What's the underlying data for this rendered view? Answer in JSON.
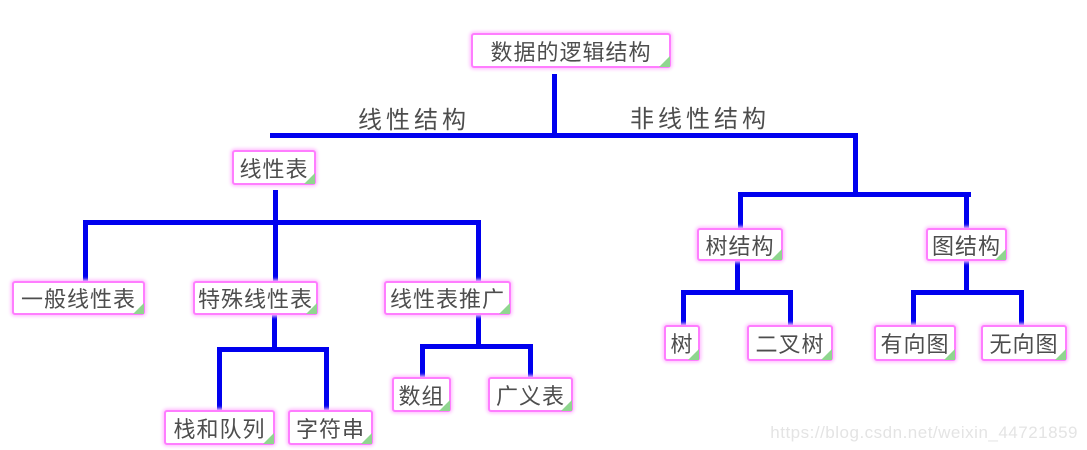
{
  "diagram_title": "数据的逻辑结构",
  "nodes": {
    "root": {
      "label": "数据的逻辑结构"
    },
    "linear_list": {
      "label": "线性表"
    },
    "general_linear_list": {
      "label": "一般线性表"
    },
    "special_linear_list": {
      "label": "特殊线性表"
    },
    "linear_list_extension": {
      "label": "线性表推广"
    },
    "stack_and_queue": {
      "label": "栈和队列"
    },
    "string": {
      "label": "字符串"
    },
    "array": {
      "label": "数组"
    },
    "generalized_list": {
      "label": "广义表"
    },
    "tree_structure": {
      "label": "树结构"
    },
    "graph_structure": {
      "label": "图结构"
    },
    "tree": {
      "label": "树"
    },
    "binary_tree": {
      "label": "二叉树"
    },
    "directed_graph": {
      "label": "有向图"
    },
    "undirected_graph": {
      "label": "无向图"
    }
  },
  "edge_labels": {
    "linear": "线性结构",
    "nonlinear": "非线性结构"
  },
  "hierarchy": {
    "root": "数据的逻辑结构",
    "children": [
      {
        "edge": "线性结构",
        "node": "线性表",
        "children": [
          {
            "node": "一般线性表"
          },
          {
            "node": "特殊线性表",
            "children": [
              {
                "node": "栈和队列"
              },
              {
                "node": "字符串"
              }
            ]
          },
          {
            "node": "线性表推广",
            "children": [
              {
                "node": "数组"
              },
              {
                "node": "广义表"
              }
            ]
          }
        ]
      },
      {
        "edge": "非线性结构",
        "children": [
          {
            "node": "树结构",
            "children": [
              {
                "node": "树"
              },
              {
                "node": "二叉树"
              }
            ]
          },
          {
            "node": "图结构",
            "children": [
              {
                "node": "有向图"
              },
              {
                "node": "无向图"
              }
            ]
          }
        ]
      }
    ]
  },
  "watermark": "https://blog.csdn.net/weixin_44721859",
  "colors": {
    "line": "#0000ee",
    "node_border": "#ff7dff",
    "node_glow": "#ffc2ff",
    "corner_triangle": "#8fd68f",
    "text": "#4d4d4d",
    "watermark_text": "#e4e4e4",
    "background": "#ffffff"
  }
}
